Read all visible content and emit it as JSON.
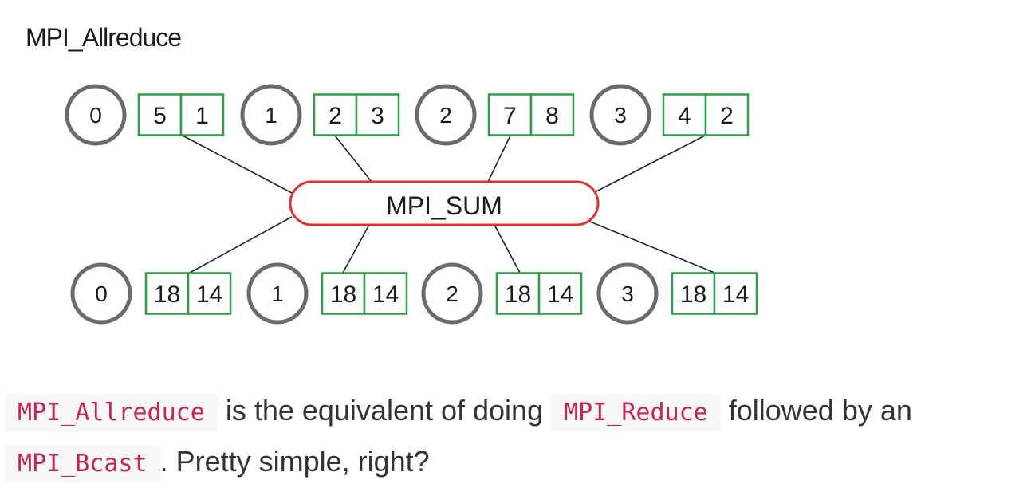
{
  "diagram": {
    "title": "MPI_Allreduce",
    "operation": "MPI_SUM",
    "before": [
      {
        "rank": "0",
        "values": [
          "5",
          "1"
        ]
      },
      {
        "rank": "1",
        "values": [
          "2",
          "3"
        ]
      },
      {
        "rank": "2",
        "values": [
          "7",
          "8"
        ]
      },
      {
        "rank": "3",
        "values": [
          "4",
          "2"
        ]
      }
    ],
    "after": [
      {
        "rank": "0",
        "values": [
          "18",
          "14"
        ]
      },
      {
        "rank": "1",
        "values": [
          "18",
          "14"
        ]
      },
      {
        "rank": "2",
        "values": [
          "18",
          "14"
        ]
      },
      {
        "rank": "3",
        "values": [
          "18",
          "14"
        ]
      }
    ],
    "colors": {
      "rank_outline": "#6b6b6b",
      "buffer_outline": "#2f9e44",
      "operation_outline": "#e03131"
    }
  },
  "caption": {
    "code1": "MPI_Allreduce",
    "text1": " is the equivalent of doing ",
    "code2": "MPI_Reduce",
    "text2": " followed by an",
    "code3": "MPI_Bcast",
    "text3": ". Pretty simple, right?"
  }
}
